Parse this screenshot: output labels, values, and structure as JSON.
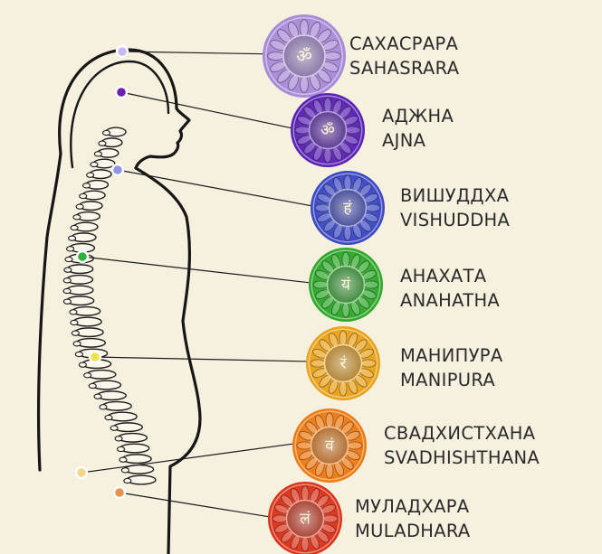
{
  "chakras": [
    {
      "id": "sahasrara",
      "name_ru": "САХАСРАРА",
      "name_en": "SAHASRARA",
      "color": "#a98ad8",
      "glyph": "ॐ"
    },
    {
      "id": "ajna",
      "name_ru": "АДЖНА",
      "name_en": "AJNA",
      "color": "#5a22b4",
      "glyph": "ॐ"
    },
    {
      "id": "vishuddha",
      "name_ru": "ВИШУДДХА",
      "name_en": "VISHUDDHA",
      "color": "#3c48c4",
      "glyph": "हं"
    },
    {
      "id": "anahata",
      "name_ru": "АНАХАТА",
      "name_en": "ANAHATHA",
      "color": "#2ea82a",
      "glyph": "यं"
    },
    {
      "id": "manipura",
      "name_ru": "МАНИПУРА",
      "name_en": "MANIPURA",
      "color": "#eaa21a",
      "glyph": "रं"
    },
    {
      "id": "svadhishthana",
      "name_ru": "СВАДХИСТХАНА",
      "name_en": "SVADHISHTHANA",
      "color": "#ee7a12",
      "glyph": "वं"
    },
    {
      "id": "muladhara",
      "name_ru": "МУЛАДХАРА",
      "name_en": "MULADHARA",
      "color": "#dc3218",
      "glyph": "लं"
    }
  ]
}
